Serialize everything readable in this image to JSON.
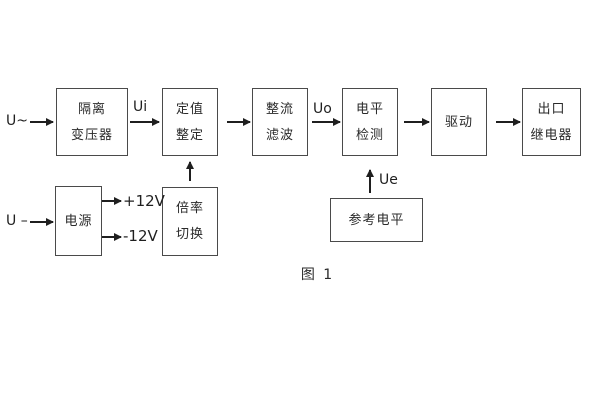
{
  "figure": {
    "caption": "图 1"
  },
  "blocks": {
    "isolation_transformer": {
      "line1": "隔离",
      "line2": "变压器"
    },
    "value_setting": {
      "line1": "定值",
      "line2": "整定"
    },
    "rectifier_filter": {
      "line1": "整流",
      "line2": "滤波"
    },
    "level_detection": {
      "line1": "电平",
      "line2": "检测"
    },
    "drive": {
      "label": "驱动"
    },
    "output_relay": {
      "line1": "出口",
      "line2": "继电器"
    },
    "power_supply": {
      "label": "电源"
    },
    "ratio_switching": {
      "line1": "倍率",
      "line2": "切换"
    },
    "reference_level": {
      "label": "参考电平"
    }
  },
  "signals": {
    "ac_input": "U~",
    "dc_input": "U –",
    "ui": "Ui",
    "uo": "Uo",
    "ue": "Ue",
    "plus_12v": "+12V",
    "minus_12v": "-12V"
  },
  "colors": {
    "background": "#ffffff",
    "line": "#1f1f1f",
    "box_border": "#4a4a4a",
    "text": "#2a2a2a"
  }
}
